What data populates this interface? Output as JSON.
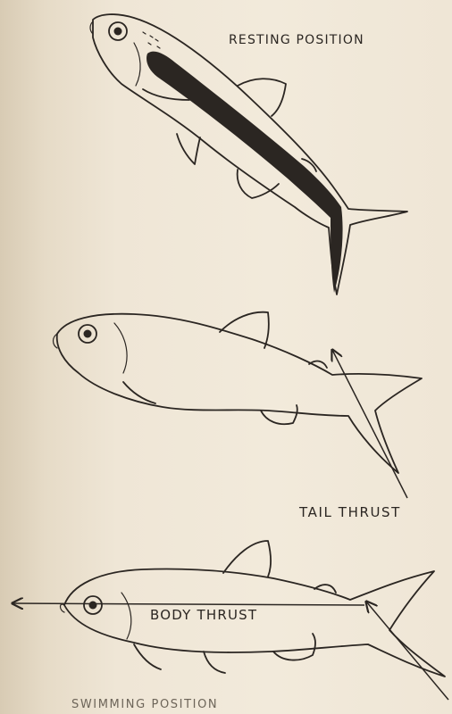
{
  "labels": {
    "resting": "RESTING POSITION",
    "tail_thrust": "TAIL THRUST",
    "body_thrust": "BODY THRUST",
    "swimming": "SWIMMING POSITION"
  },
  "colors": {
    "paper": "#efe6d6",
    "ink": "#2b2622",
    "stripe": "#2b2622"
  }
}
